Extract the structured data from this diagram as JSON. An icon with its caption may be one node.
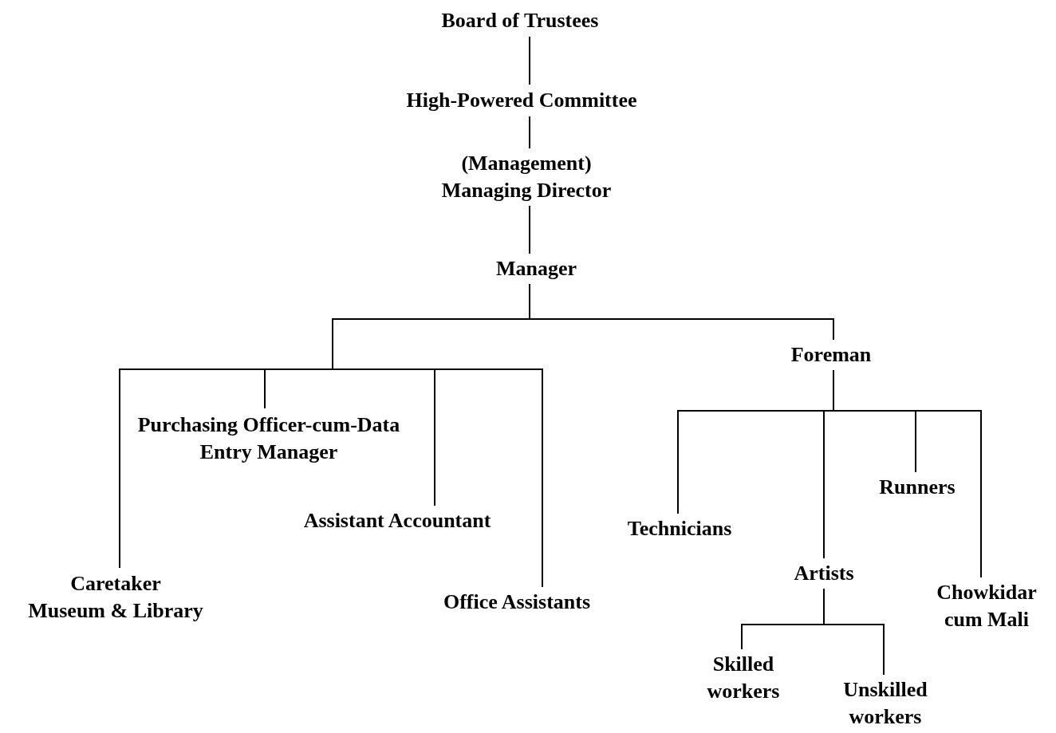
{
  "diagram": {
    "nodes": [
      {
        "text": [
          "Board of Trustees"
        ]
      },
      {
        "text": [
          "High-Powered Committee"
        ]
      },
      {
        "text": [
          "(Management) Managing Director"
        ]
      },
      {
        "text": [
          "Manager"
        ]
      },
      {
        "text": [
          "Foreman"
        ]
      },
      {
        "text": [
          "Caretaker",
          "Museum & Library"
        ]
      },
      {
        "text": [
          "Purchasing Officer-cum-Data Entry Manager"
        ]
      },
      {
        "text": [
          "Assistant Accountant"
        ]
      },
      {
        "text": [
          "Office Assistants"
        ]
      },
      {
        "text": [
          "Technicians"
        ]
      },
      {
        "text": [
          "Artists"
        ]
      },
      {
        "text": [
          "Runners"
        ]
      },
      {
        "text": [
          "Chowkidar cum Mali"
        ]
      },
      {
        "text": [
          "Skilled workers"
        ]
      },
      {
        "text": [
          "Unskilled workers"
        ]
      }
    ],
    "edges": [
      {
        "from": 0,
        "to": 1,
        "arrow": "none"
      },
      {
        "from": 1,
        "to": 2,
        "arrow": "none"
      },
      {
        "from": 2,
        "to": 3,
        "arrow": "none"
      },
      {
        "from": 3,
        "to": 4,
        "arrow": "none"
      },
      {
        "from": 3,
        "to": 5,
        "arrow": "none"
      },
      {
        "from": 3,
        "to": 6,
        "arrow": "none"
      },
      {
        "from": 3,
        "to": 7,
        "arrow": "none"
      },
      {
        "from": 3,
        "to": 8,
        "arrow": "none"
      },
      {
        "from": 4,
        "to": 9,
        "arrow": "none"
      },
      {
        "from": 4,
        "to": 10,
        "arrow": "none"
      },
      {
        "from": 4,
        "to": 11,
        "arrow": "none"
      },
      {
        "from": 4,
        "to": 12,
        "arrow": "none"
      },
      {
        "from": 10,
        "to": 13,
        "arrow": "none"
      },
      {
        "from": 10,
        "to": 14,
        "arrow": "none"
      }
    ]
  }
}
